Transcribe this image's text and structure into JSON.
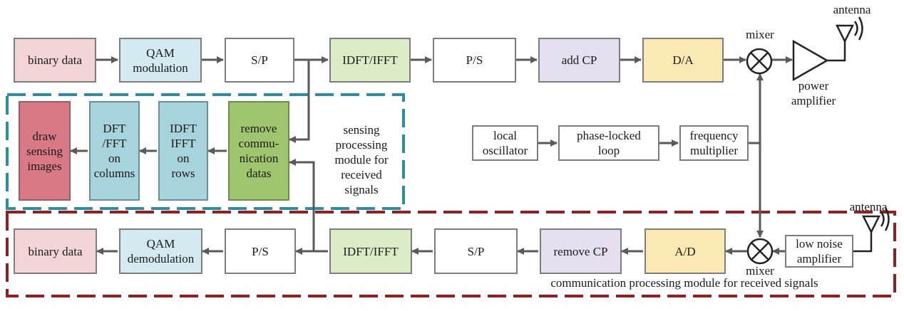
{
  "transmit_chain": {
    "binary_data": "binary data",
    "qam_modulation": "QAM\nmodulation",
    "s_to_p": "S/P",
    "idft_ifft": "IDFT/IFFT",
    "p_to_s": "P/S",
    "add_cp": "add CP",
    "d_to_a": "D/A",
    "mixer": "mixer",
    "power_amplifier": "power\namplifier",
    "antenna": "antenna"
  },
  "oscillator_chain": {
    "local_oscillator": "local\noscillator",
    "pll": "phase-locked\nloop",
    "frequency_multiplier": "frequency\nmultiplier"
  },
  "sensing_module": {
    "caption": "sensing\nprocessing\nmodule for\nreceived\nsignals",
    "remove_comm": "remove\ncommu-\nnication\ndatas",
    "idft_rows": "IDFT\nIFFT\non\nrows",
    "dft_columns": "DFT\n/FFT\non\ncolumns",
    "draw_images": "draw\nsensing\nimages"
  },
  "receive_chain": {
    "antenna": "antenna",
    "lna": "low noise\namplifier",
    "mixer": "mixer",
    "a_to_d": "A/D",
    "remove_cp": "remove CP",
    "s_to_p": "S/P",
    "idft_ifft": "IDFT/IFFT",
    "p_to_s": "P/S",
    "qam_demodulation": "QAM\ndemodulation",
    "binary_data": "binary data",
    "caption": "communication processing module for received signals"
  },
  "colors": {
    "pink": "#f3d5d7",
    "light_blue": "#d3ebf0",
    "light_green": "#dcecc6",
    "lavender": "#e5dff0",
    "yellow": "#fbe9b4",
    "rose": "#d97a86",
    "teal": "#a7d3dc",
    "dark_green": "#9fc66f",
    "sensing_border": "#2e8ea0",
    "comm_border": "#8b2226",
    "wire": "#5a5a5a"
  }
}
